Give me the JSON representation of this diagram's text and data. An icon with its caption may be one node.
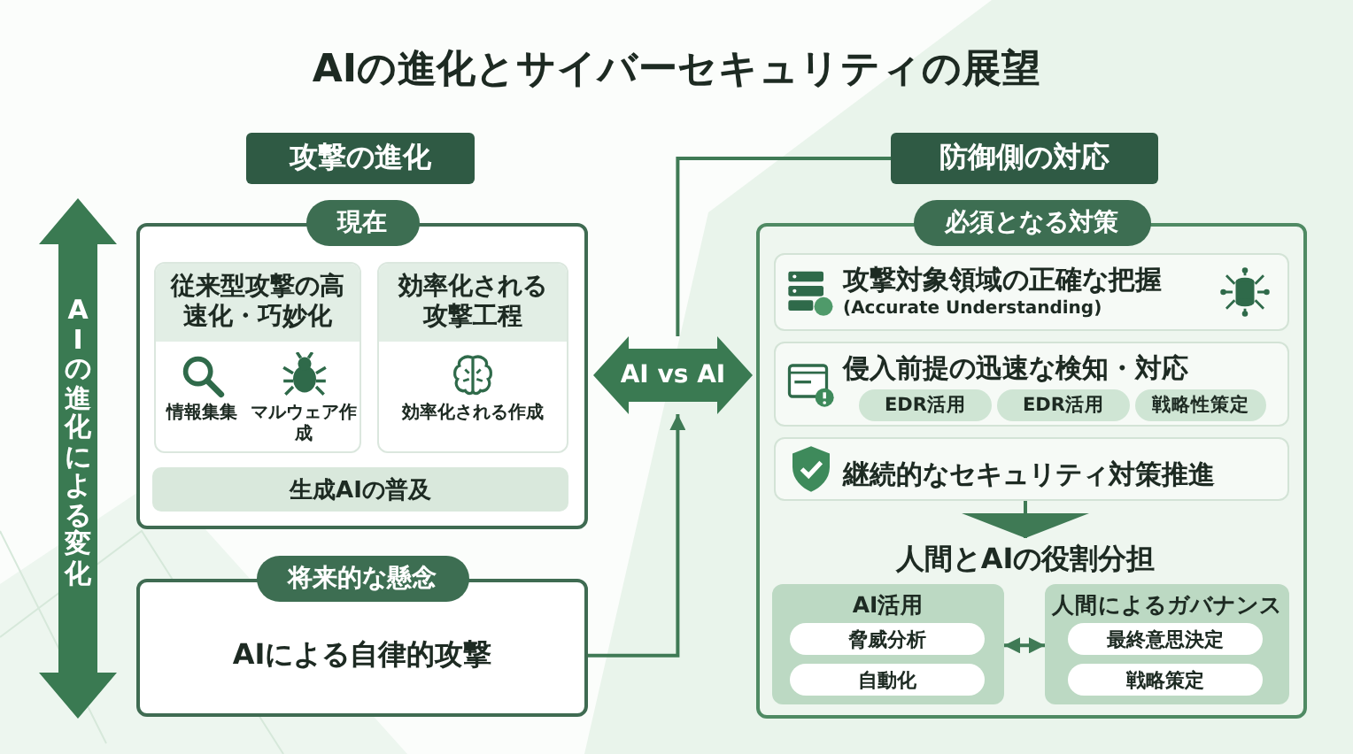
{
  "diagram": {
    "title": "AIの進化とサイバーセキュリティの展望",
    "nodes": [
      {
        "text": [
          "攻撃の進化"
        ]
      },
      {
        "text": [
          "AIの進化による変化"
        ]
      },
      {
        "text": [
          "現在"
        ]
      },
      {
        "text": [
          "従来型攻撃の高速化・巧妙化",
          "情報集集",
          "マルウェア作成"
        ],
        "in": 2
      },
      {
        "text": [
          "効率化される攻撃工程",
          "効率化される作成"
        ],
        "in": 2
      },
      {
        "text": [
          "生成AIの普及"
        ],
        "in": 2
      },
      {
        "text": [
          "将来的な懸念",
          "AIによる自律的攻撃"
        ]
      },
      {
        "text": [
          "AI vs AI"
        ]
      },
      {
        "text": [
          "防御側の対応"
        ]
      },
      {
        "text": [
          "必須となる対策"
        ]
      },
      {
        "text": [
          "攻撃対象領域の正確な把握",
          "(Accurate Understanding)"
        ],
        "in": 9
      },
      {
        "text": [
          "侵入前提の迅速な検知・対応"
        ],
        "in": 9
      },
      {
        "text": [
          "EDR活用"
        ],
        "in": 11
      },
      {
        "text": [
          "EDR活用"
        ],
        "in": 11
      },
      {
        "text": [
          "戦略性策定"
        ],
        "in": 11
      },
      {
        "text": [
          "継続的なセキュリティ対策推進"
        ],
        "in": 9
      },
      {
        "text": [
          "人間とAIの役割分担"
        ],
        "in": 9
      },
      {
        "text": [
          "AI活用"
        ],
        "in": 9
      },
      {
        "text": [
          "脅威分析"
        ],
        "in": 17
      },
      {
        "text": [
          "自動化"
        ],
        "in": 17
      },
      {
        "text": [
          "人間によるガバナンス"
        ],
        "in": 9
      },
      {
        "text": [
          "最終意思決定"
        ],
        "in": 20
      },
      {
        "text": [
          "戦略策定"
        ],
        "in": 20
      }
    ],
    "edges": [
      {
        "from": 6,
        "to": 7,
        "arrow": "to"
      },
      {
        "from": 7,
        "to": 8,
        "arrow": "none"
      },
      {
        "from": 15,
        "to": 16,
        "arrow": "to"
      },
      {
        "from": 17,
        "to": 20,
        "arrow": "both"
      }
    ]
  }
}
